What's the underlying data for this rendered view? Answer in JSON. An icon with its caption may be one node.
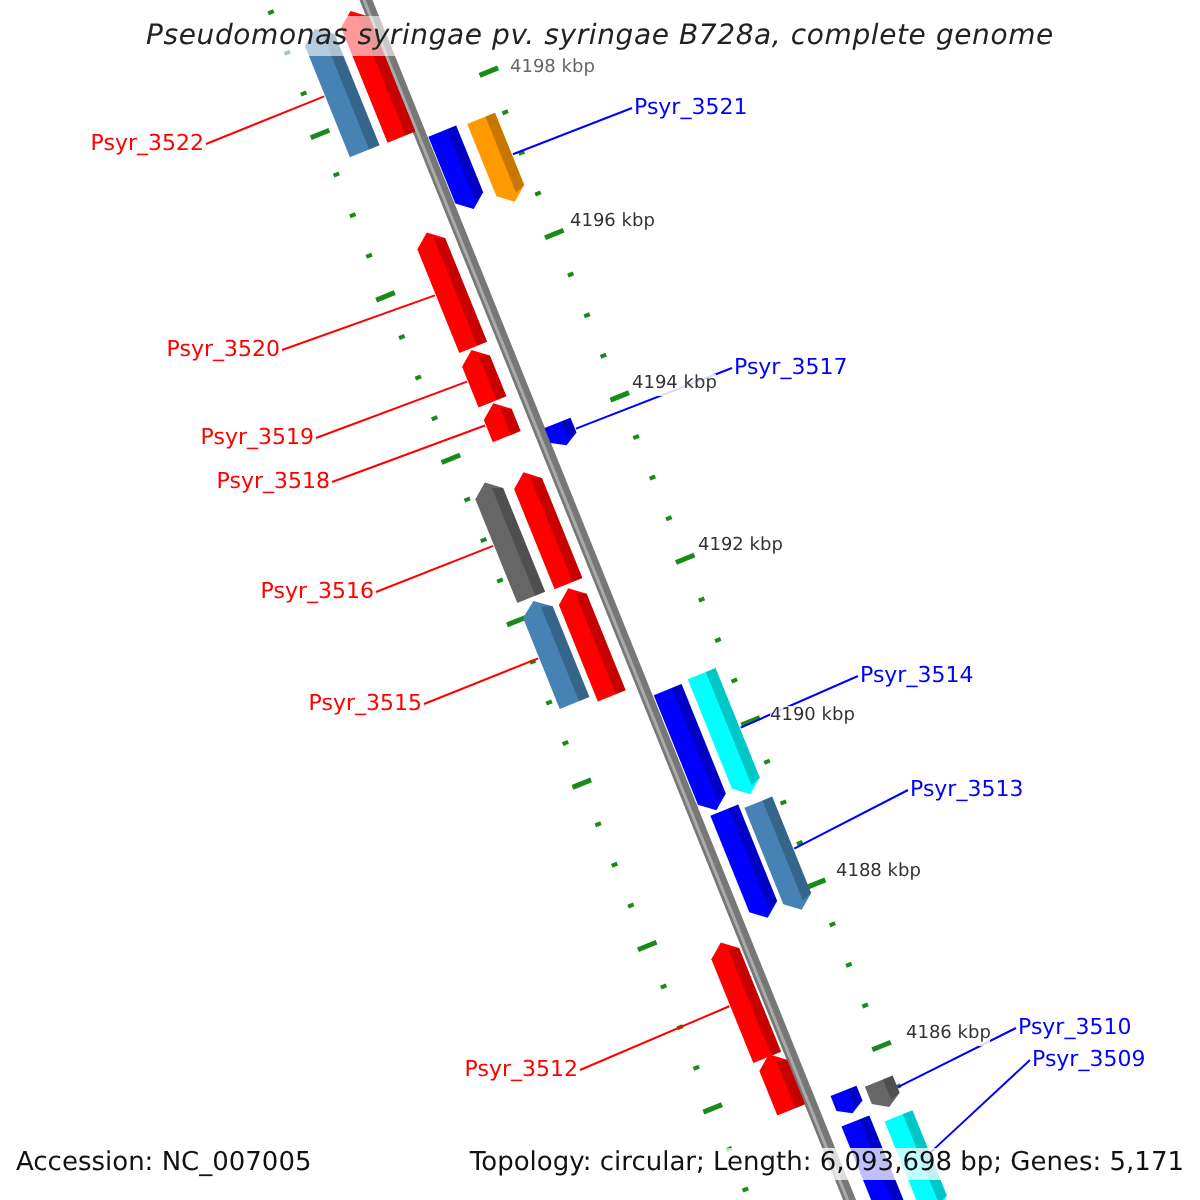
{
  "diagram": {
    "title": "Pseudomonas syringae pv. syringae B728a, complete genome",
    "nodes": [
      {
        "text": [
          "Psyr_3522"
        ]
      },
      {
        "text": [],
        "shape": "bar"
      },
      {
        "text": [],
        "shape": "bar"
      },
      {
        "text": [],
        "shape": "bar"
      },
      {
        "text": [],
        "shape": "bar"
      },
      {
        "text": [
          "Psyr_3521"
        ]
      },
      {
        "text": [
          "Psyr_3520"
        ]
      },
      {
        "text": [],
        "shape": "bar"
      },
      {
        "text": [
          "Psyr_3519"
        ]
      },
      {
        "text": [],
        "shape": "bar"
      },
      {
        "text": [
          "Psyr_3518"
        ]
      },
      {
        "text": [],
        "shape": "bar"
      },
      {
        "text": [
          "Psyr_3517"
        ]
      },
      {
        "text": [],
        "shape": "bar"
      },
      {
        "text": [
          "Psyr_3516"
        ]
      },
      {
        "text": [],
        "shape": "bar"
      },
      {
        "text": [],
        "shape": "bar"
      },
      {
        "text": [
          "Psyr_3515"
        ]
      },
      {
        "text": [],
        "shape": "bar"
      },
      {
        "text": [],
        "shape": "bar"
      },
      {
        "text": [],
        "shape": "bar"
      },
      {
        "text": [],
        "shape": "bar"
      },
      {
        "text": [
          "Psyr_3514"
        ]
      },
      {
        "text": [],
        "shape": "bar"
      },
      {
        "text": [],
        "shape": "bar"
      },
      {
        "text": [
          "Psyr_3513"
        ]
      },
      {
        "text": [
          "Psyr_3512"
        ]
      },
      {
        "text": [],
        "shape": "bar"
      },
      {
        "text": [],
        "shape": "bar"
      },
      {
        "text": [
          "Psyr_3510"
        ]
      },
      {
        "text": [],
        "shape": "bar"
      },
      {
        "text": [],
        "shape": "bar"
      },
      {
        "text": [
          "Psyr_3509"
        ]
      },
      {
        "text": [],
        "shape": "bar"
      },
      {
        "text": [],
        "shape": "bar"
      }
    ],
    "edges": [
      {
        "from": 0,
        "to": 1,
        "arrow": "none"
      },
      {
        "from": 5,
        "to": 4,
        "arrow": "none",
        "color": "#0000ff"
      },
      {
        "from": 6,
        "to": 7,
        "arrow": "none"
      },
      {
        "from": 8,
        "to": 9,
        "arrow": "none"
      },
      {
        "from": 10,
        "to": 11,
        "arrow": "none"
      },
      {
        "from": 12,
        "to": 13,
        "arrow": "none",
        "color": "#0000ff"
      },
      {
        "from": 14,
        "to": 15,
        "arrow": "none"
      },
      {
        "from": 17,
        "to": 18,
        "arrow": "none"
      },
      {
        "from": 22,
        "to": 21,
        "arrow": "none",
        "color": "#0000ff"
      },
      {
        "from": 25,
        "to": 24,
        "arrow": "none",
        "color": "#0000ff"
      },
      {
        "from": 26,
        "to": 27,
        "arrow": "none"
      },
      {
        "from": 29,
        "to": 30,
        "arrow": "none",
        "color": "#0000ff"
      },
      {
        "from": 32,
        "to": 33,
        "arrow": "none",
        "color": "#0000ff"
      }
    ],
    "labels": [
      "4198 kbp",
      "4196 kbp",
      "4194 kbp",
      "4192 kbp",
      "4190 kbp",
      "4188 kbp",
      "4186 kbp",
      "Accession: NC_007005",
      "Topology: circular; Length: 6,093,698 bp; Genes: 5,171"
    ]
  }
}
